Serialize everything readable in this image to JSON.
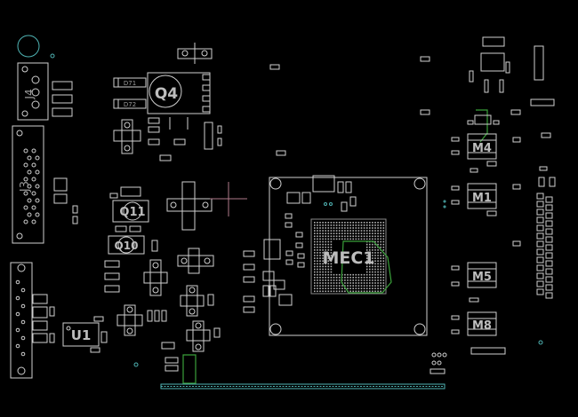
{
  "app": {
    "title": "PCB Board Viewer"
  },
  "colors": {
    "background": "#000000",
    "outline": "#cfcfcf",
    "label": "#9a9a9a",
    "chip_label": "#bdbdbd",
    "green_trace": "#3aa03a",
    "cyan_pad": "#4fb3b3",
    "crosshair": "#b07a8a"
  },
  "components": {
    "q4": "Q4",
    "q11": "Q11",
    "q10": "Q10",
    "mec1": "MEC1",
    "u1": "U1",
    "m4": "M4",
    "m1": "M1",
    "m5": "M5",
    "m8": "M8",
    "d71": "D71",
    "d72": "D72",
    "j4": "J4",
    "j3": "J3"
  },
  "cursor": {
    "icon": "crosshair-icon"
  }
}
